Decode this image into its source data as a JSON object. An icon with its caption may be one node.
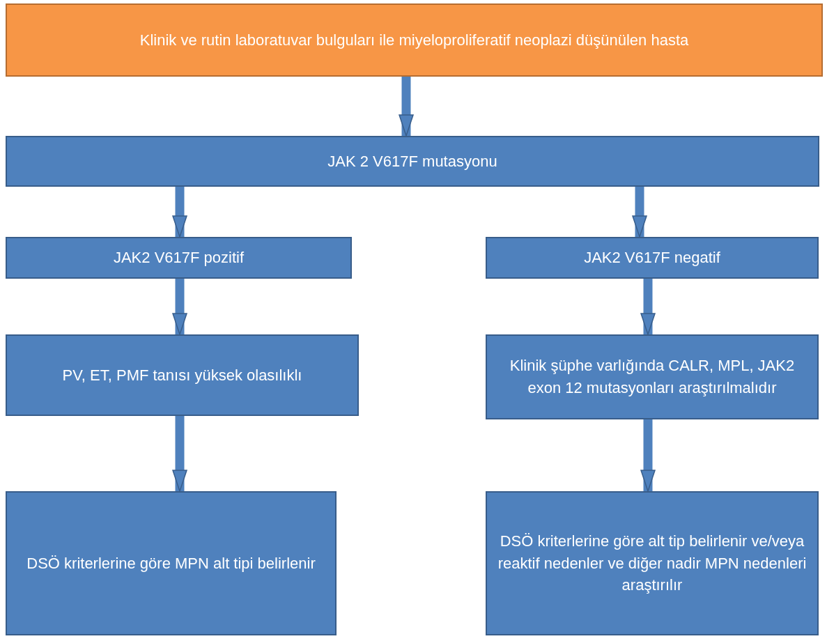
{
  "diagram": {
    "nodes": [
      {
        "text": [
          "Klinik ve rutin laboratuvar bulguları ile miyeloproliferatif neoplazi düşünülen hasta"
        ]
      },
      {
        "text": [
          "JAK 2 V617F mutasyonu"
        ]
      },
      {
        "text": [
          "JAK2 V617F pozitif"
        ]
      },
      {
        "text": [
          "JAK2 V617F negatif"
        ]
      },
      {
        "text": [
          "PV, ET, PMF tanısı yüksek olasılıklı"
        ]
      },
      {
        "text": [
          "Klinik şüphe varlığında CALR, MPL, JAK2 exon 12 mutasyonları araştırılmalıdır"
        ]
      },
      {
        "text": [
          "DSÖ kriterlerine göre MPN alt tipi belirlenir"
        ]
      },
      {
        "text": [
          "DSÖ kriterlerine göre alt tip belirlenir ve/veya reaktif nedenler ve diğer nadir MPN nedenleri araştırılır"
        ]
      }
    ],
    "edges": [
      {
        "from": 0,
        "to": 1,
        "arrow": "to"
      },
      {
        "from": 1,
        "to": 2,
        "arrow": "to"
      },
      {
        "from": 1,
        "to": 3,
        "arrow": "to"
      },
      {
        "from": 2,
        "to": 4,
        "arrow": "to"
      },
      {
        "from": 3,
        "to": 5,
        "arrow": "to"
      },
      {
        "from": 4,
        "to": 6,
        "arrow": "to"
      },
      {
        "from": 5,
        "to": 7,
        "arrow": "to"
      }
    ]
  }
}
